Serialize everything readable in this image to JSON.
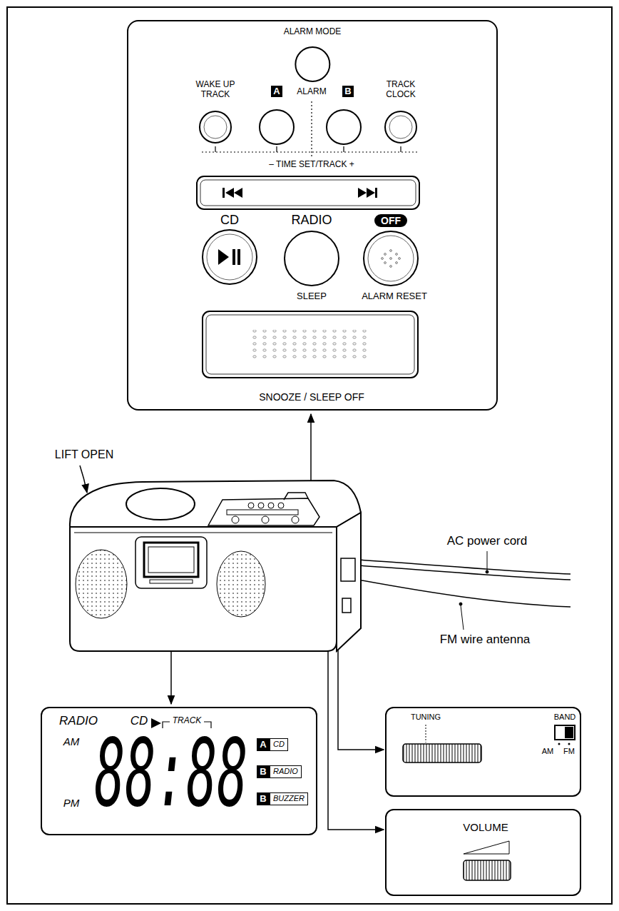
{
  "diagram": {
    "nodes": [
      {
        "text": [
          "– TIME SET/TRACK +"
        ]
      },
      {
        "text": [
          "ALARM MODE"
        ],
        "in": 0
      },
      {
        "text": [
          "WAKE UP TRACK"
        ],
        "in": 0
      },
      {
        "text": [
          "A"
        ],
        "in": 0
      },
      {
        "text": [
          "B"
        ],
        "in": 0
      },
      {
        "text": [
          "TRACK CLOCK"
        ],
        "in": 0
      },
      {
        "text": [
          "CD"
        ],
        "in": 0
      },
      {
        "text": [
          "RADIO",
          "SLEEP"
        ],
        "in": 0
      },
      {
        "text": [
          "OFF",
          "ALARM RESET"
        ],
        "in": 0
      },
      {
        "text": [
          "SNOOZE / SLEEP OFF"
        ],
        "in": 0
      },
      {
        "text": [
          "RADIO",
          "CD",
          "TRACK",
          "AM",
          "PM",
          "88:88"
        ]
      },
      {
        "text": [
          "A",
          "CD"
        ],
        "in": 10
      },
      {
        "text": [
          "B",
          "RADIO"
        ],
        "in": 10
      },
      {
        "text": [
          "B",
          "BUZZER"
        ],
        "in": 10
      },
      {
        "text": [
          "TUNING",
          "BAND",
          "AM",
          "FM"
        ]
      },
      {
        "text": [
          "VOLUME"
        ]
      }
    ],
    "labels": [
      "ALARM",
      "LIFT OPEN",
      "AC power cord",
      "FM wire antenna"
    ]
  }
}
